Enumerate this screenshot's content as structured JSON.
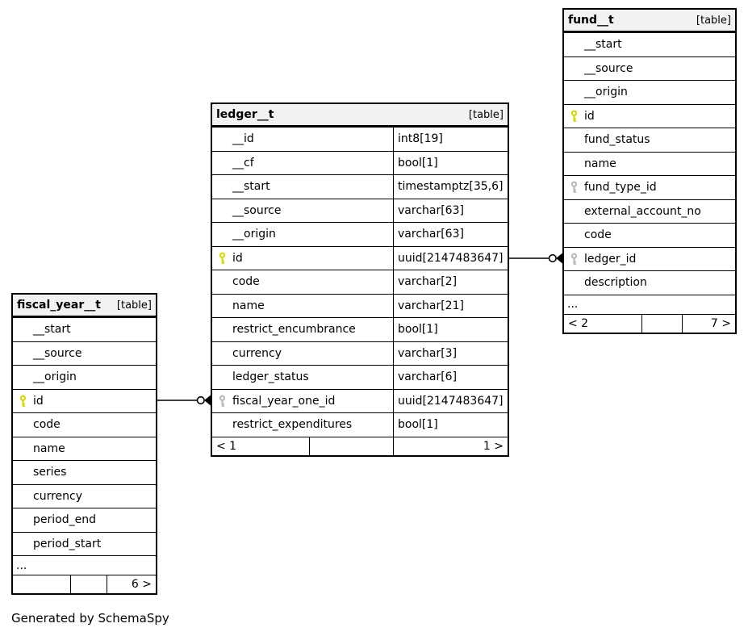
{
  "diagram": {
    "generated_note": "Generated by SchemaSpy",
    "colors": {
      "primary_key": "#d6d600",
      "foreign_key": "#b8b8b8",
      "header_bg": "#f2f2f2",
      "border": "#000000"
    },
    "tables": [
      {
        "id": "fiscal_year__t",
        "name": "fiscal_year__t",
        "tag": "[table]",
        "columns": [
          {
            "name": "__start"
          },
          {
            "name": "__source"
          },
          {
            "name": "__origin"
          },
          {
            "name": "id",
            "key": "primary"
          },
          {
            "name": "code"
          },
          {
            "name": "name"
          },
          {
            "name": "series"
          },
          {
            "name": "currency"
          },
          {
            "name": "period_end"
          },
          {
            "name": "period_start"
          }
        ],
        "ellipsis": "...",
        "footer": {
          "cells": [
            "",
            "",
            "6 >"
          ]
        }
      },
      {
        "id": "ledger__t",
        "name": "ledger__t",
        "tag": "[table]",
        "columns": [
          {
            "name": "__id",
            "type": "int8[19]"
          },
          {
            "name": "__cf",
            "type": "bool[1]"
          },
          {
            "name": "__start",
            "type": "timestamptz[35,6]"
          },
          {
            "name": "__source",
            "type": "varchar[63]"
          },
          {
            "name": "__origin",
            "type": "varchar[63]"
          },
          {
            "name": "id",
            "type": "uuid[2147483647]",
            "key": "primary"
          },
          {
            "name": "code",
            "type": "varchar[2]"
          },
          {
            "name": "name",
            "type": "varchar[21]"
          },
          {
            "name": "restrict_encumbrance",
            "type": "bool[1]"
          },
          {
            "name": "currency",
            "type": "varchar[3]"
          },
          {
            "name": "ledger_status",
            "type": "varchar[6]"
          },
          {
            "name": "fiscal_year_one_id",
            "type": "uuid[2147483647]",
            "key": "foreign"
          },
          {
            "name": "restrict_expenditures",
            "type": "bool[1]"
          }
        ],
        "footer": {
          "cells": [
            "< 1",
            "",
            "1 >"
          ]
        }
      },
      {
        "id": "fund__t",
        "name": "fund__t",
        "tag": "[table]",
        "columns": [
          {
            "name": "__start"
          },
          {
            "name": "__source"
          },
          {
            "name": "__origin"
          },
          {
            "name": "id",
            "key": "primary"
          },
          {
            "name": "fund_status"
          },
          {
            "name": "name"
          },
          {
            "name": "fund_type_id",
            "key": "foreign"
          },
          {
            "name": "external_account_no"
          },
          {
            "name": "code"
          },
          {
            "name": "ledger_id",
            "key": "foreign"
          },
          {
            "name": "description"
          }
        ],
        "ellipsis": "...",
        "footer": {
          "cells": [
            "< 2",
            "",
            "7 >"
          ]
        }
      }
    ],
    "relationships": [
      {
        "from_table": "fiscal_year__t",
        "from_column": "id",
        "to_table": "ledger__t",
        "to_column": "fiscal_year_one_id"
      },
      {
        "from_table": "ledger__t",
        "from_column": "id",
        "to_table": "fund__t",
        "to_column": "ledger_id"
      }
    ]
  }
}
